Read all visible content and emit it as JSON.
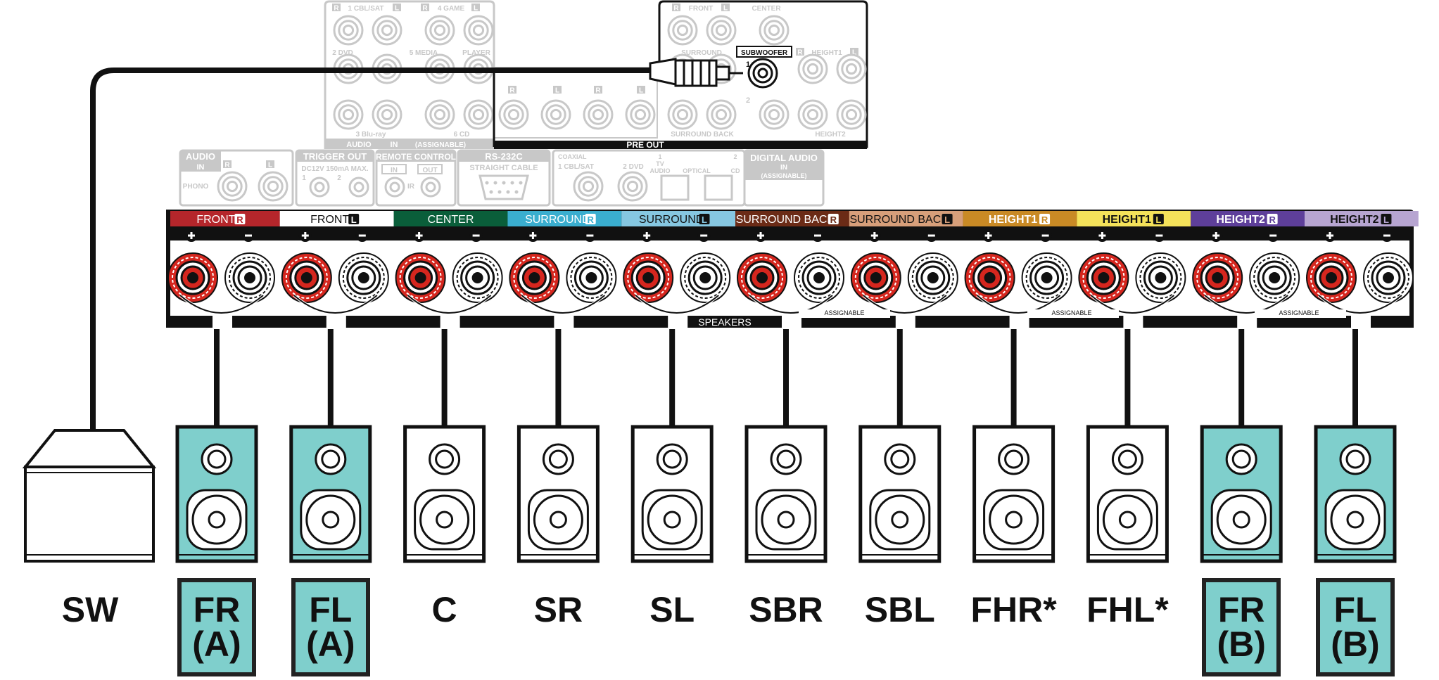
{
  "inputs_panel": {
    "row1": [
      "1 CBL/SAT",
      "4 GAME"
    ],
    "row2": [
      "2 DVD",
      "5 MEDIA",
      "PLAYER"
    ],
    "row3": [
      "3 Blu-ray",
      "6 CD"
    ],
    "footer": [
      "AUDIO",
      "IN",
      "(ASSIGNABLE)"
    ],
    "ch_r": "R",
    "ch_l": "L"
  },
  "preout_panel": {
    "front": "FRONT",
    "center": "CENTER",
    "surround": "SURROUND",
    "subwoofer": "SUBWOOFER",
    "height1": "HEIGHT1",
    "num1": "1",
    "num2": "2",
    "surround_back": "SURROUND BACK",
    "height2": "HEIGHT2",
    "title": "PRE OUT"
  },
  "middle_row": {
    "audio": "AUDIO",
    "audio_in": "IN",
    "phono": "PHONO",
    "trigger_out": "TRIGGER OUT",
    "trigger_spec": "DC12V 150mA MAX.",
    "remote_control": "REMOTE CONTROL",
    "rc_in": "IN",
    "rc_out": "OUT",
    "ir": "IR",
    "rs232c": "RS-232C",
    "straight_cable": "STRAIGHT CABLE",
    "coaxial": "COAXIAL",
    "coax_1": "1 CBL/SAT",
    "coax_2": "2 DVD",
    "tv_audio": "TV AUDIO",
    "optical": "OPTICAL",
    "cd": "CD",
    "digital_audio": "DIGITAL AUDIO",
    "digital_in": "IN",
    "assignable": "(ASSIGNABLE)"
  },
  "terminal_bar": {
    "speakers": "SPEAKERS",
    "assignable": "ASSIGNABLE",
    "channels": [
      {
        "name": "FRONT",
        "side": "R",
        "color": "#b5262b",
        "text_color": "#ffffff",
        "bold": false
      },
      {
        "name": "FRONT",
        "side": "L",
        "color": "#ffffff",
        "text_color": "#111111",
        "bold": false
      },
      {
        "name": "CENTER",
        "side": "",
        "color": "#0a5e3a",
        "text_color": "#ffffff",
        "bold": false
      },
      {
        "name": "SURROUND",
        "side": "R",
        "color": "#3aaecf",
        "text_color": "#ffffff",
        "bold": false
      },
      {
        "name": "SURROUND",
        "side": "L",
        "color": "#86c7e1",
        "text_color": "#111111",
        "bold": false
      },
      {
        "name": "SURROUND BACK",
        "side": "R",
        "color": "#6b2b16",
        "text_color": "#ffffff",
        "bold": false
      },
      {
        "name": "SURROUND BACK",
        "side": "L",
        "color": "#d79f7a",
        "text_color": "#111111",
        "bold": false
      },
      {
        "name": "HEIGHT1",
        "side": "R",
        "color": "#c98a25",
        "text_color": "#ffffff",
        "bold": true
      },
      {
        "name": "HEIGHT1",
        "side": "L",
        "color": "#f4e25a",
        "text_color": "#111111",
        "bold": true
      },
      {
        "name": "HEIGHT2",
        "side": "R",
        "color": "#5e3f9a",
        "text_color": "#ffffff",
        "bold": true
      },
      {
        "name": "HEIGHT2",
        "side": "L",
        "color": "#b7a5d1",
        "text_color": "#111111",
        "bold": true
      }
    ]
  },
  "speakers": [
    {
      "label": "FR",
      "sub": "(A)",
      "highlight": true
    },
    {
      "label": "FL",
      "sub": "(A)",
      "highlight": true
    },
    {
      "label": "C",
      "sub": "",
      "highlight": false
    },
    {
      "label": "SR",
      "sub": "",
      "highlight": false
    },
    {
      "label": "SL",
      "sub": "",
      "highlight": false
    },
    {
      "label": "SBR",
      "sub": "",
      "highlight": false
    },
    {
      "label": "SBL",
      "sub": "",
      "highlight": false
    },
    {
      "label": "FHR*",
      "sub": "",
      "highlight": false
    },
    {
      "label": "FHL*",
      "sub": "",
      "highlight": false
    },
    {
      "label": "FR",
      "sub": "(B)",
      "highlight": true
    },
    {
      "label": "FL",
      "sub": "(B)",
      "highlight": true
    }
  ],
  "subwoofer": {
    "label": "SW"
  },
  "colors": {
    "accent": "#7fcfcc",
    "line": "#111111",
    "panel_gray": "#c8c8c8"
  }
}
